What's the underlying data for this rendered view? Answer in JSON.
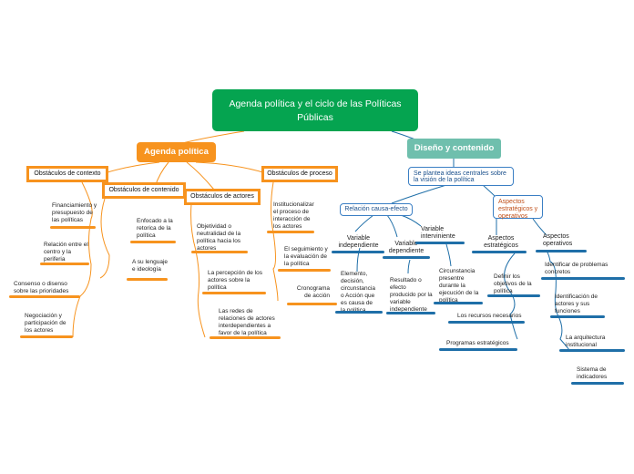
{
  "root": {
    "title": "Agenda política y el ciclo de las Políticas Públicas"
  },
  "left": {
    "title": "Agenda política",
    "contexto": {
      "title": "Obstáculos de contexto",
      "items": [
        "Financiamiento y presupuesto de las políticas",
        "Relación entre el centro y la periferia",
        "Consenso o disenso sobre las prioridades",
        "Negociación y participación de los actores"
      ]
    },
    "contenido": {
      "title": "Obstáculos de contenido",
      "items": [
        "Enfocado a la retorica de la política",
        "A su lenguaje e ideología"
      ]
    },
    "actores": {
      "title": "Obstáculos de actores",
      "items": [
        "Objetividad o neutralidad de la política hacia los actores",
        "La percepción de los actores sobre la política",
        "Las redes de relaciones de actores interdependientes a favor de la política"
      ]
    },
    "proceso": {
      "title": "Obstáculos de proceso",
      "items": [
        "Institucionalizar el proceso de interacción de los actores",
        "El seguimiento y la evaluación de la política",
        "Cronograma de acción"
      ]
    }
  },
  "right": {
    "title": "Diseño y contenido",
    "ideas": "Se plantea ideas centrales sobre la visión de la política",
    "causa": {
      "title": "Relación causa-efecto",
      "independiente": {
        "title": "Variable independiente",
        "item": "Elemento, decisión, circunstancia o Acción que es causa de la política"
      },
      "dependiente": {
        "title": "Variable dependiente",
        "item": "Resultado o efecto producido por la variable independiente"
      },
      "interviniente": {
        "title": "Variable interviniente",
        "item": "Circunstancia presentre durante la ejecución de la política"
      }
    },
    "aspectos": {
      "title": "Aspectos estratégicos y operativos",
      "estrategicos": {
        "title": "Aspectos estratégicos",
        "items": [
          "Definir los objetivos de la política",
          "Los recursos necesarios",
          "Programas estratégicos"
        ]
      },
      "operativos": {
        "title": "Aspectos operativos",
        "items": [
          "Identificar de problemas concretos",
          "Identificación de actores y sus funciones",
          "La arquitectura institucional",
          "Sistema de indicadores"
        ]
      }
    }
  },
  "colors": {
    "root": "#05a450",
    "orange": "#f7931e",
    "teal": "#6fbfad",
    "blue": "#1f6fa8"
  }
}
